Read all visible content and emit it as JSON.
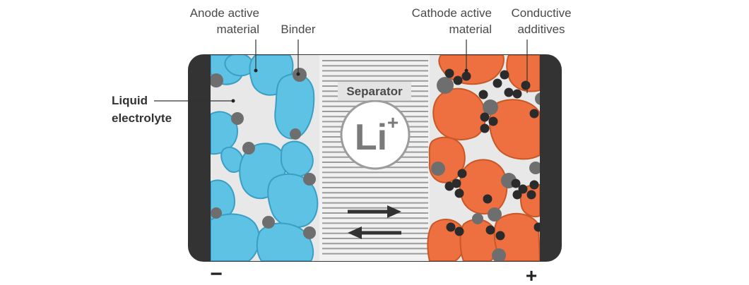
{
  "labels": {
    "anode_line1": "Anode active",
    "anode_line2": "material",
    "binder": "Binder",
    "cathode_line1": "Cathode active",
    "cathode_line2": "material",
    "conductive_line1": "Conductive",
    "conductive_line2": "additives",
    "electrolyte_line1": "Liquid",
    "electrolyte_line2": "electrolyte",
    "separator": "Separator",
    "ion": "Li",
    "ion_charge": "+",
    "negative_terminal": "−",
    "positive_terminal": "+"
  },
  "colors": {
    "anode": "#5ec2e5",
    "cathode": "#ee7040",
    "binder": "#6e6e6e",
    "conductive": "#2b2b2b",
    "collector": "#333333",
    "electrolyte": "#e8e8e8"
  }
}
